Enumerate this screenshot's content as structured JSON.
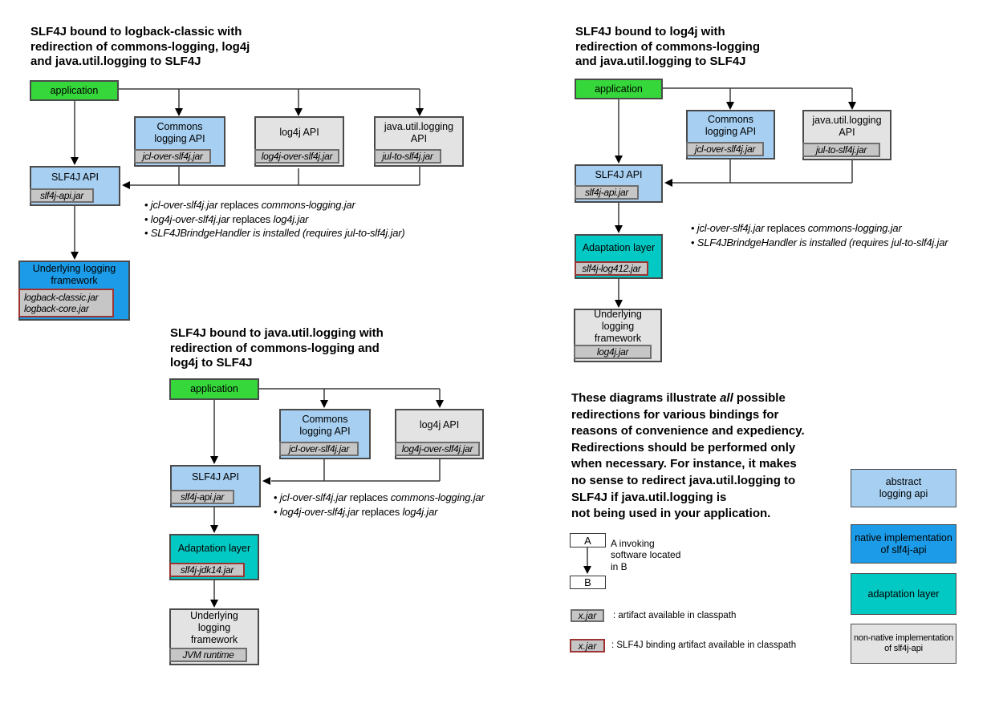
{
  "palette": {
    "application_green": "#35d73a",
    "abstract_blue": "#a6cff1",
    "native_blue": "#1c9ce8",
    "adaptation_teal": "#02c9c3",
    "nonnative_gray": "#e3e3e3",
    "jar_tag_gray": "#c6c6c6",
    "jar_tag_border": "#6e6e6e",
    "jar_tag_border_red": "#9c3434",
    "box_border": "#4a4a4a",
    "line": "#3c3c3c",
    "arrow": "#000000"
  },
  "diagrams": [
    {
      "id": "logback",
      "title_lines": [
        "SLF4J bound to logback-classic with",
        "redirection of commons-logging, log4j",
        "and java.util.logging to SLF4J"
      ],
      "boxes": [
        {
          "id": "application",
          "type": "application",
          "label_lines": [
            "application"
          ]
        },
        {
          "id": "commons",
          "type": "abstract",
          "label_lines": [
            "Commons",
            "logging API"
          ],
          "jar": {
            "lines": [
              "jcl-over-slf4j.jar"
            ],
            "red": false
          }
        },
        {
          "id": "log4j",
          "type": "nonnative",
          "label_lines": [
            "log4j API"
          ],
          "jar": {
            "lines": [
              "log4j-over-slf4j.jar"
            ],
            "red": false
          }
        },
        {
          "id": "jul",
          "type": "nonnative",
          "label_lines": [
            "java.util.logging",
            "API"
          ],
          "jar": {
            "lines": [
              "jul-to-slf4j.jar"
            ],
            "red": false
          }
        },
        {
          "id": "slf4j",
          "type": "abstract",
          "label_lines": [
            "SLF4J API"
          ],
          "jar": {
            "lines": [
              "slf4j-api.jar"
            ],
            "red": false
          }
        },
        {
          "id": "underlying",
          "type": "native",
          "label_lines": [
            "Underlying logging",
            "framework"
          ],
          "jar": {
            "lines": [
              "logback-classic.jar",
              "logback-core.jar"
            ],
            "red": true
          }
        }
      ],
      "bullets": [
        [
          {
            "text": "jcl-over-slf4j.jar",
            "italic": true
          },
          {
            "text": " replaces ",
            "italic": false
          },
          {
            "text": "commons-logging.jar",
            "italic": true
          }
        ],
        [
          {
            "text": "log4j-over-slf4j.jar",
            "italic": true
          },
          {
            "text": " replaces ",
            "italic": false
          },
          {
            "text": "log4j.jar",
            "italic": true
          }
        ],
        [
          {
            "text": "SLF4JBrindgeHandler is installed (requires jul-to-slf4j.jar)",
            "italic": true
          }
        ]
      ]
    },
    {
      "id": "log4j",
      "title_lines": [
        "SLF4J bound to log4j with",
        "redirection of commons-logging",
        "and java.util.logging to SLF4J"
      ],
      "boxes": [
        {
          "id": "application",
          "type": "application",
          "label_lines": [
            "application"
          ]
        },
        {
          "id": "commons",
          "type": "abstract",
          "label_lines": [
            "Commons",
            "logging API"
          ],
          "jar": {
            "lines": [
              "jcl-over-slf4j.jar"
            ],
            "red": false
          }
        },
        {
          "id": "jul",
          "type": "nonnative",
          "label_lines": [
            "java.util.logging",
            "API"
          ],
          "jar": {
            "lines": [
              "jul-to-slf4j.jar"
            ],
            "red": false
          }
        },
        {
          "id": "slf4j",
          "type": "abstract",
          "label_lines": [
            "SLF4J API"
          ],
          "jar": {
            "lines": [
              "slf4j-api.jar"
            ],
            "red": false
          }
        },
        {
          "id": "adaptation",
          "type": "adaptation",
          "label_lines": [
            "Adaptation layer"
          ],
          "jar": {
            "lines": [
              "slf4j-log412.jar"
            ],
            "red": true
          }
        },
        {
          "id": "underlying",
          "type": "nonnative",
          "label_lines": [
            "Underlying",
            "logging",
            "framework"
          ],
          "jar": {
            "lines": [
              "log4j.jar"
            ],
            "red": false
          }
        }
      ],
      "bullets": [
        [
          {
            "text": "jcl-over-slf4j.jar",
            "italic": true
          },
          {
            "text": " replaces ",
            "italic": false
          },
          {
            "text": "commons-logging.jar",
            "italic": true
          }
        ],
        [
          {
            "text": "SLF4JBrindgeHandler is installed (requires jul-to-slf4j.jar",
            "italic": true
          }
        ]
      ]
    },
    {
      "id": "jul",
      "title_lines": [
        "SLF4J bound to java.util.logging with",
        "redirection of commons-logging and",
        "log4j to SLF4J"
      ],
      "boxes": [
        {
          "id": "application",
          "type": "application",
          "label_lines": [
            "application"
          ]
        },
        {
          "id": "commons",
          "type": "abstract",
          "label_lines": [
            "Commons",
            "logging API"
          ],
          "jar": {
            "lines": [
              "jcl-over-slf4j.jar"
            ],
            "red": false
          }
        },
        {
          "id": "log4j",
          "type": "nonnative",
          "label_lines": [
            "log4j API"
          ],
          "jar": {
            "lines": [
              "log4j-over-slf4j.jar"
            ],
            "red": false
          }
        },
        {
          "id": "slf4j",
          "type": "abstract",
          "label_lines": [
            "SLF4J API"
          ],
          "jar": {
            "lines": [
              "slf4j-api.jar"
            ],
            "red": false
          }
        },
        {
          "id": "adaptation",
          "type": "adaptation",
          "label_lines": [
            "Adaptation layer"
          ],
          "jar": {
            "lines": [
              "slf4j-jdk14.jar"
            ],
            "red": true
          }
        },
        {
          "id": "underlying",
          "type": "nonnative",
          "label_lines": [
            "Underlying",
            "logging",
            "framework"
          ],
          "jar": {
            "lines": [
              "JVM runtime"
            ],
            "red": false
          }
        }
      ],
      "bullets": [
        [
          {
            "text": "jcl-over-slf4j.jar",
            "italic": true
          },
          {
            "text": " replaces ",
            "italic": false
          },
          {
            "text": "commons-logging.jar",
            "italic": true
          }
        ],
        [
          {
            "text": "log4j-over-slf4j.jar",
            "italic": true
          },
          {
            "text": " replaces ",
            "italic": false
          },
          {
            "text": "log4j.jar",
            "italic": true
          }
        ]
      ]
    }
  ],
  "note": {
    "lines": [
      [
        {
          "text": "These diagrams illustrate ",
          "italic": false
        },
        {
          "text": "all",
          "italic": true
        },
        {
          "text": " possible",
          "italic": false
        }
      ],
      [
        {
          "text": "redirections for various bindings for",
          "italic": false
        }
      ],
      [
        {
          "text": "reasons of convenience and expediency.",
          "italic": false
        }
      ],
      [
        {
          "text": "Redirections should be performed only",
          "italic": false
        }
      ],
      [
        {
          "text": "when necessary. For instance, it makes",
          "italic": false
        }
      ],
      [
        {
          "text": "no sense to redirect java.util.logging to",
          "italic": false
        }
      ],
      [
        {
          "text": "SLF4J if java.util.logging is",
          "italic": false
        }
      ],
      [
        {
          "text": "not being used in your application.",
          "italic": false
        }
      ]
    ]
  },
  "legend": {
    "invoke": {
      "a": "A",
      "b": "B",
      "desc_lines": [
        "A invoking",
        "software located",
        "in B"
      ]
    },
    "artifact": {
      "tag": "x.jar",
      "desc": ": artifact available in classpath"
    },
    "binding": {
      "tag": "x.jar",
      "desc": ": SLF4J binding artifact available in classpath"
    },
    "colors": [
      {
        "type": "abstract",
        "label_lines": [
          "abstract",
          "logging api"
        ]
      },
      {
        "type": "native",
        "label_lines": [
          "native implementation",
          "of slf4j-api"
        ]
      },
      {
        "type": "adaptation",
        "label_lines": [
          "adaptation layer"
        ]
      },
      {
        "type": "nonnative",
        "label_lines": [
          "non-native implementation",
          "of slf4j-api"
        ],
        "small": true
      }
    ]
  }
}
